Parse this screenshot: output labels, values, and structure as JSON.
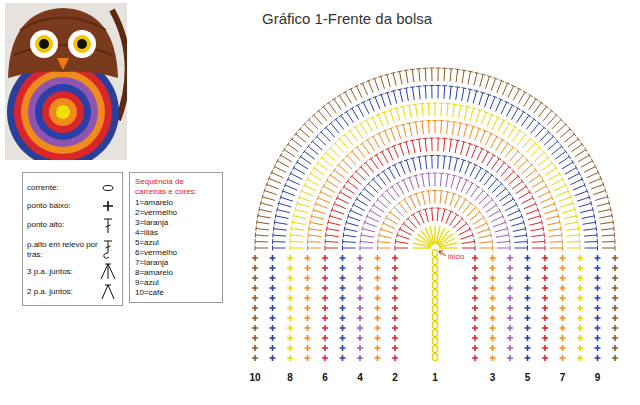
{
  "diagram": {
    "title": "Gráfico 1-Frente da bolsa",
    "nodes": [
      {
        "text": [
          "Sequência de carreiras e cores:",
          "1=amarelo",
          "2=vermelho",
          "3=laranja",
          "4=lilás",
          "5=azul",
          "6=vermelho",
          "7=laranja",
          "8=amarelo",
          "9=azul",
          "10=café"
        ]
      }
    ],
    "labels": [
      "10",
      "8",
      "6",
      "4",
      "2",
      "1",
      "3",
      "5",
      "7",
      "9",
      "início"
    ],
    "legend": [
      {
        "text": "corrente:"
      },
      {
        "text": "ponto baixo:"
      },
      {
        "text": "ponto alto:"
      },
      {
        "text": "p.alto em relevo por trás:"
      },
      {
        "text": "3 p.a. juntos:"
      },
      {
        "text": "2 p.a. juntos:"
      }
    ]
  }
}
